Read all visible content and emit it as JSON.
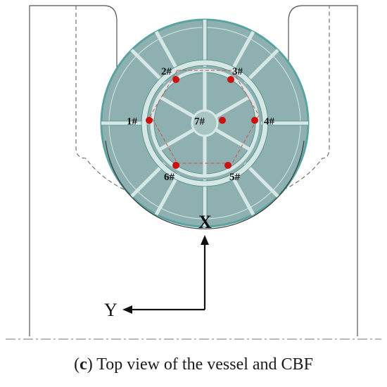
{
  "caption": {
    "letter": "c",
    "text": "Top view of the vessel and CBF"
  },
  "points": [
    {
      "id": "p1",
      "label": "1#"
    },
    {
      "id": "p2",
      "label": "2#"
    },
    {
      "id": "p3",
      "label": "3#"
    },
    {
      "id": "p4",
      "label": "4#"
    },
    {
      "id": "p5",
      "label": "5#"
    },
    {
      "id": "p6",
      "label": "6#"
    },
    {
      "id": "p7",
      "label": "7#"
    }
  ],
  "axes": {
    "x_label": "X",
    "y_label": "Y"
  },
  "colors": {
    "disk_fill": "#8fb0b0",
    "disk_edge": "#5aa3a0",
    "marker": "#cc1111",
    "hexagon": "#d05050"
  }
}
